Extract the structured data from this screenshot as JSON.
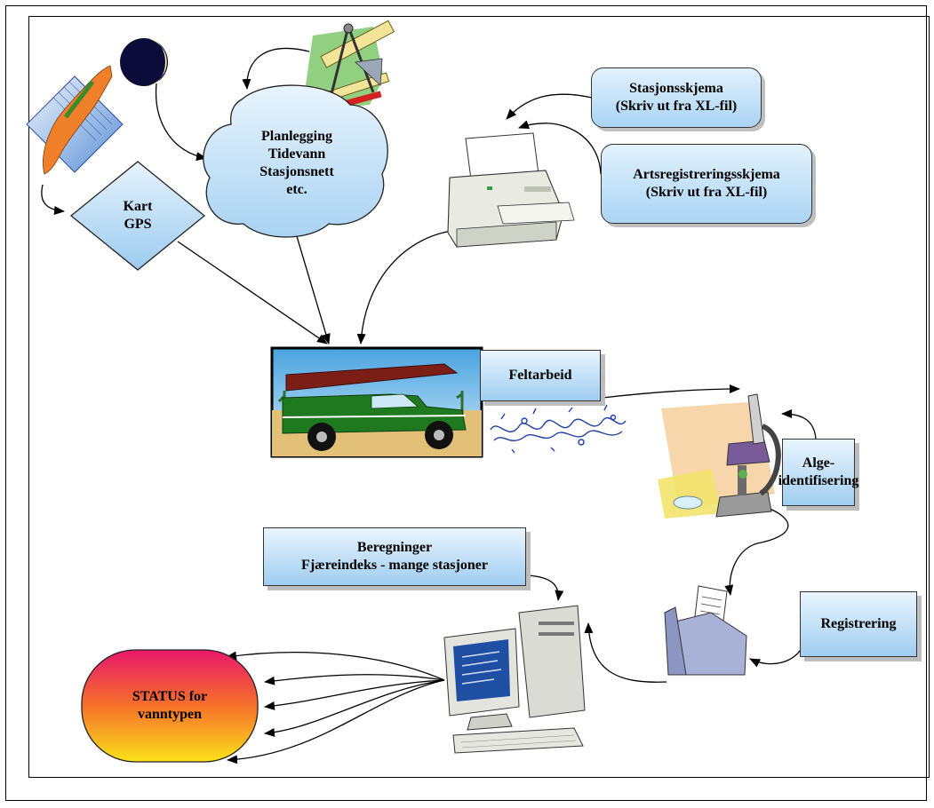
{
  "labels": {
    "planning": [
      "Planlegging",
      "Tidevann",
      "Stasjonsnett",
      "etc."
    ],
    "map": [
      "Kart",
      "GPS"
    ],
    "station_form": [
      "Stasjonsskjema",
      "(Skriv ut fra XL-fil)"
    ],
    "species_form": [
      "Artsregistreringsskjema",
      "(Skriv ut fra XL-fil)"
    ],
    "fieldwork": "Feltarbeid",
    "algae": [
      "Alge-",
      "identifisering"
    ],
    "calculations": [
      "Beregninger",
      "Fjæreindeks - mange stasjoner"
    ],
    "registration": "Registrering",
    "status": [
      "STATUS for",
      "vanntypen"
    ]
  },
  "icons": [
    "norway-map-icon",
    "moon-icon",
    "drafting-tools-icon",
    "printer-icon",
    "pickup-truck-icon",
    "seaweed-icon",
    "microscope-icon",
    "folder-icon",
    "computer-icon"
  ],
  "colors": {
    "box_fill_top": "#e3f2fd",
    "box_fill_bottom": "#aad4f4",
    "status_gradient": [
      "#e8176b",
      "#f5712a",
      "#fbe21a"
    ],
    "truck_body": "#1f7a1f",
    "truck_roof": "#7a1e16"
  }
}
